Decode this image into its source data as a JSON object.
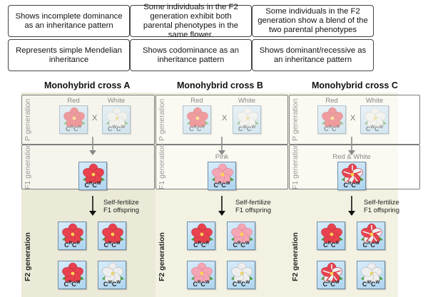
{
  "label_cards": [
    "Shows incomplete dominance as an inheritance pattern",
    "Some individuals in the F2 generation exhibit both parental phenotypes in the same flower.",
    "Some individuals in the F2 generation show a blend of the two parental phenotypes",
    "Represents simple Mendelian inheritance",
    "Shows codominance as an inheritance pattern",
    "Shows dominant/recessive as an inheritance pattern"
  ],
  "crosses": [
    {
      "title": "Monohybrid cross A",
      "p_labels": [
        "Red",
        "White"
      ],
      "p_genotypes": [
        [
          "R",
          "R"
        ],
        [
          "W",
          "W"
        ]
      ],
      "x_mark": "X",
      "f1_label": "",
      "f1_genotype": [
        "R",
        "W"
      ],
      "self_fertilize": [
        "Self-fertilize",
        "F1 offspring"
      ],
      "f2_genotypes": [
        [
          "R",
          "R"
        ],
        [
          "R",
          "W"
        ],
        [
          "R",
          "W"
        ],
        [
          "W",
          "W"
        ]
      ]
    },
    {
      "title": "Monohybrid cross B",
      "p_labels": [
        "Red",
        "White"
      ],
      "p_genotypes": [
        [
          "R",
          "R"
        ],
        [
          "W",
          "W"
        ]
      ],
      "x_mark": "X",
      "f1_label": "Pink",
      "f1_genotype": [
        "R",
        "W"
      ],
      "self_fertilize": [
        "Self-fertilize",
        "F1 offspring"
      ],
      "f2_genotypes": [
        [
          "R",
          "R"
        ],
        [
          "R",
          "W"
        ],
        [
          "R",
          "W"
        ],
        [
          "W",
          "W"
        ]
      ]
    },
    {
      "title": "Monohybrid cross C",
      "p_labels": [
        "Red",
        "White"
      ],
      "p_genotypes": [
        [
          "R",
          "R"
        ],
        [
          "W",
          "W"
        ]
      ],
      "x_mark": "X",
      "f1_label": "Red & White",
      "f1_genotype": [
        "R",
        "W"
      ],
      "self_fertilize": [
        "Self-fertilize",
        "F1 offspring"
      ],
      "f2_genotypes": [
        [
          "R",
          "R"
        ],
        [
          "R",
          "W"
        ],
        [
          "R",
          "W"
        ],
        [
          "W",
          "W"
        ]
      ]
    }
  ],
  "generation_labels": {
    "p": "P generation",
    "f1": "F1 generation",
    "f2": "F2 generation"
  },
  "allele_letter": "C",
  "flower_icons": {
    "A": {
      "P": [
        "red",
        "white"
      ],
      "F1": "red",
      "F2": [
        "red",
        "red",
        "red",
        "white"
      ]
    },
    "B": {
      "P": [
        "red",
        "white"
      ],
      "F1": "pink",
      "F2": [
        "red",
        "pink",
        "pink",
        "white"
      ]
    },
    "C": {
      "P": [
        "red",
        "white"
      ],
      "F1": "striped",
      "F2": [
        "red",
        "striped",
        "striped",
        "white"
      ]
    }
  },
  "colors": {
    "red": "#e8424f",
    "pink": "#f4a6b4",
    "white": "#eeeeee",
    "leaf": "#4d9b3a",
    "panel": "#f3f1e2"
  }
}
